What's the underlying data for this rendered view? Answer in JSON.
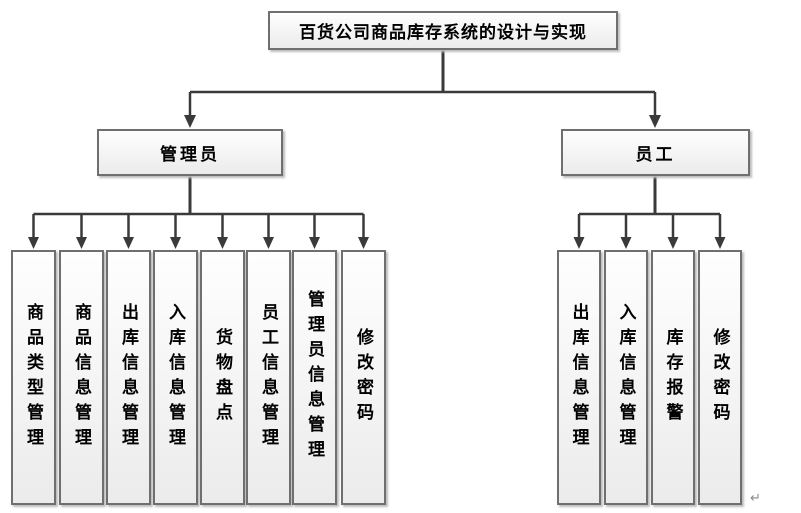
{
  "diagram": {
    "title": "百货公司商品库存系统的设计与实现",
    "branches": [
      {
        "label": "管理员",
        "children": [
          "商品类型管理",
          "商品信息管理",
          "出库信息管理",
          "入库信息管理",
          "货物盘点",
          "员工信息管理",
          "管理员信息管理",
          "修改密码"
        ]
      },
      {
        "label": "员工",
        "children": [
          "出库信息管理",
          "入库信息管理",
          "库存报警",
          "修改密码"
        ]
      }
    ],
    "return_mark": "↵"
  },
  "colors": {
    "line": "#3a3a3a",
    "box_border": "#6f6f6f",
    "box_fill_top": "#fefefe",
    "box_fill_bottom": "#ebebeb",
    "background": "#ffffff"
  }
}
